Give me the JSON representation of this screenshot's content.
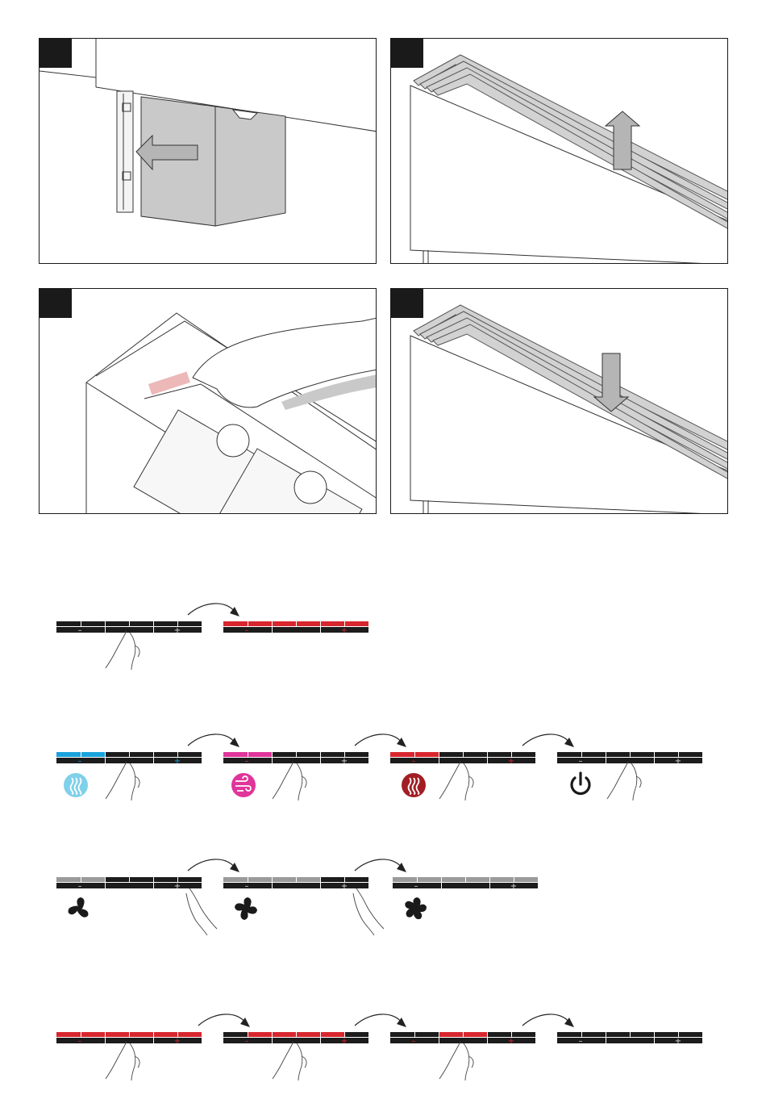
{
  "panels": [
    {
      "badge": "",
      "step": "remove-filter"
    },
    {
      "badge": "",
      "step": "lift-grille"
    },
    {
      "badge": "",
      "step": "touch-control"
    },
    {
      "badge": "",
      "step": "lower-grille"
    }
  ],
  "control_bar": {
    "minus_symbol": "–",
    "plus_symbol": "+"
  },
  "colors": {
    "bar_dark": "#1c1c1c",
    "heat_red": "#d8262e",
    "cool_blue": "#1aa3dc",
    "fan_magenta": "#e0359a",
    "grey": "#9a9a9a",
    "icon_dark_red": "#a31d24",
    "icon_light_blue": "#7fd0ea"
  },
  "rows": [
    {
      "name": "turn-on",
      "states": [
        "off",
        "red-on"
      ]
    },
    {
      "name": "mode-select",
      "states": [
        "cool",
        "fan",
        "heat",
        "off"
      ],
      "icons": [
        "cooling-mode-icon",
        "fan-mode-icon",
        "heating-mode-icon",
        "power-icon"
      ]
    },
    {
      "name": "fan-speed",
      "states": [
        "speed-1",
        "speed-2",
        "speed-3"
      ],
      "icons": [
        "fan-speed-low-icon",
        "fan-speed-medium-icon",
        "fan-speed-high-icon"
      ]
    },
    {
      "name": "temperature",
      "states": [
        "level-4",
        "level-3",
        "level-2",
        "off"
      ]
    }
  ]
}
